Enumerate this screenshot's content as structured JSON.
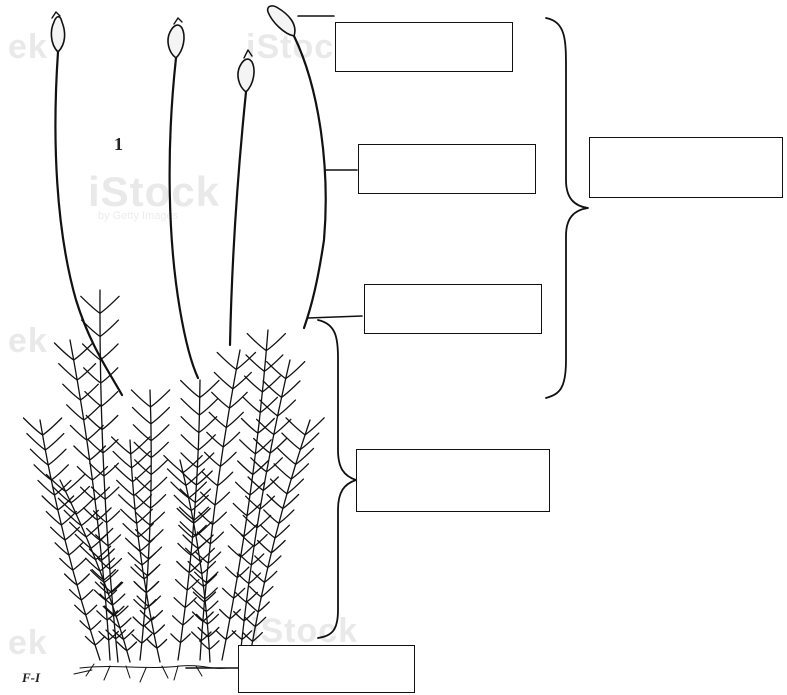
{
  "figure": {
    "plate_number": "1",
    "plate_mark": "F-I",
    "watermark_text": "iStock",
    "watermark_sub": "by Getty Images"
  },
  "label_boxes": [
    {
      "id": "box-capsule",
      "text": ""
    },
    {
      "id": "box-seta",
      "text": ""
    },
    {
      "id": "box-perichaetium",
      "text": ""
    },
    {
      "id": "box-sporophyte",
      "text": ""
    },
    {
      "id": "box-gametophyte",
      "text": ""
    },
    {
      "id": "box-rhizoids",
      "text": ""
    }
  ],
  "colors": {
    "ink": "#111111",
    "background": "#ffffff",
    "watermark": "#e6e6e6"
  }
}
